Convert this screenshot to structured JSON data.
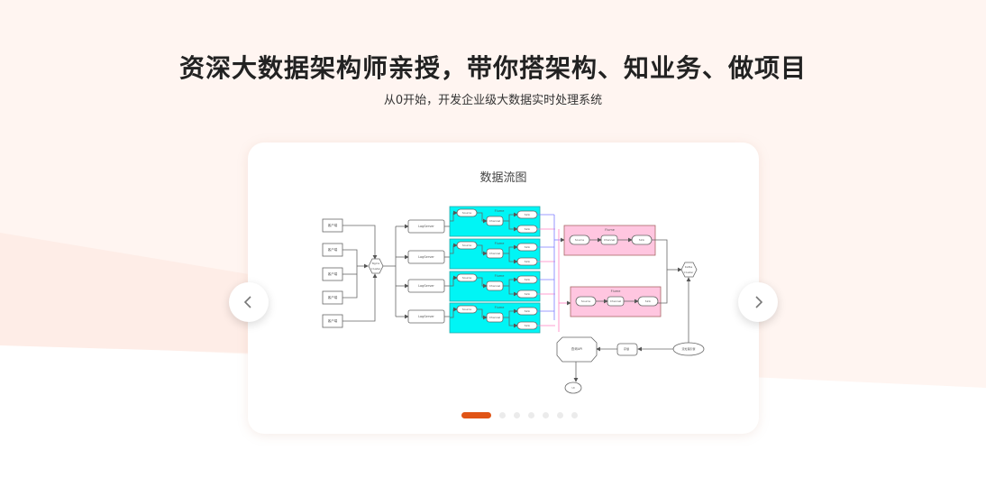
{
  "header": {
    "title": "资深大数据架构师亲授，带你搭架构、知业务、做项目",
    "subtitle": "从0开始，开发企业级大数据实时处理系统"
  },
  "carousel": {
    "slide_title": "数据流图",
    "prev_icon": "chevron-left-icon",
    "next_icon": "chevron-right-icon",
    "active_index": 0,
    "dot_count": 7,
    "accent_color": "#e05416",
    "dot_color": "#ebebeb"
  },
  "diagram": {
    "clients": [
      "客户端",
      "客户端",
      "客户端",
      "客户端",
      "客户端"
    ],
    "nginx": [
      "Nginx",
      "Cluster"
    ],
    "logservers": [
      "LogServer",
      "LogServer",
      "LogServer",
      "LogServer"
    ],
    "flume_label": "Flume",
    "source_label": "Source",
    "channel_label": "Channel",
    "sink_label": "Sink",
    "kafka": [
      "Kafka",
      "Cluster"
    ],
    "realtime_engine": "流处理引擎",
    "storage": "存储",
    "query_api": "查询API",
    "ui": "UI",
    "colors": {
      "cyan": "#00f5f5",
      "pink": "#ffc6e0",
      "blue_line": "#7b7bff",
      "pink_line": "#ff7fc0",
      "stroke": "#666666"
    }
  }
}
